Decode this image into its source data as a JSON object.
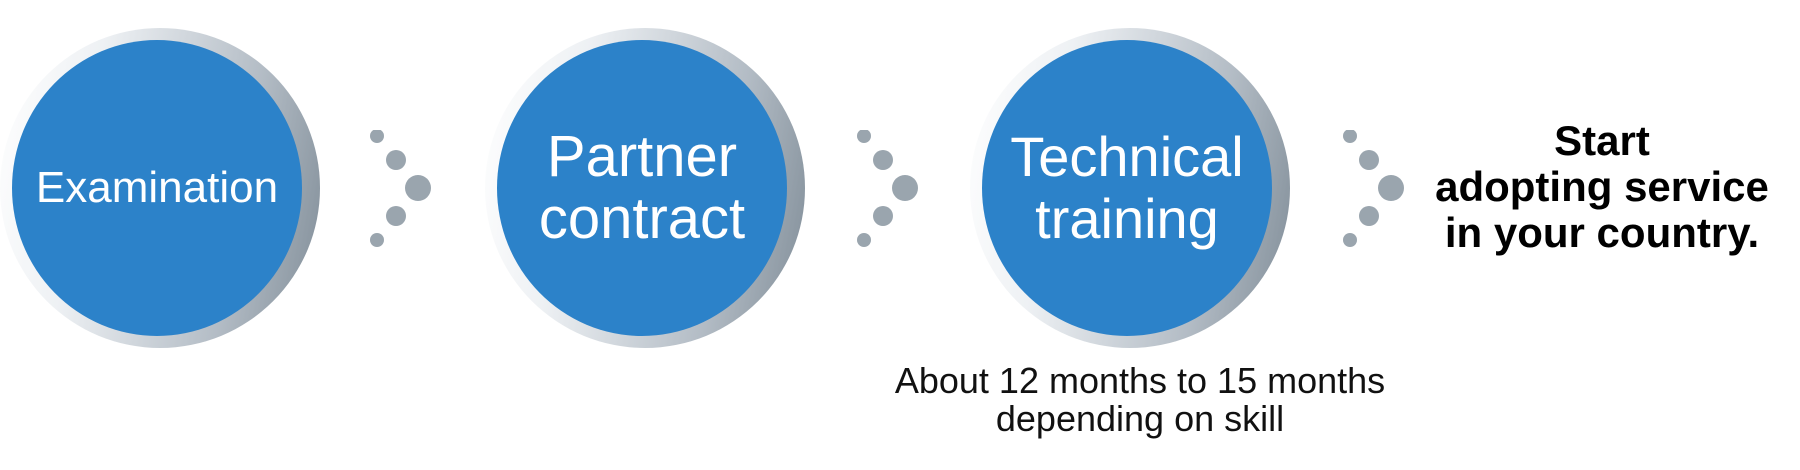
{
  "steps": [
    {
      "label": "Examination"
    },
    {
      "label": "Partner\ncontract"
    },
    {
      "label": "Technical\ntraining"
    }
  ],
  "final_step": {
    "label": "Start\nadopting service\nin your country."
  },
  "note": "About 12 months to 15 months\ndepending on skill",
  "colors": {
    "circle_fill": "#2c82c9",
    "ring_gray": "#8b96a0",
    "arrow_dots": "#9aa5ae"
  }
}
